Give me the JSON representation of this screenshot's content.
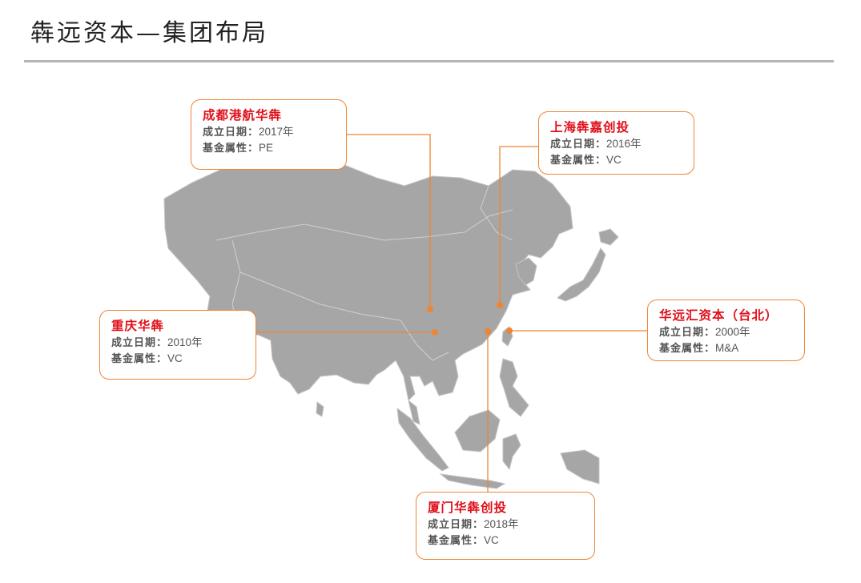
{
  "title": "犇远资本—集团布局",
  "labels": {
    "established": "成立日期：",
    "fund_type": "基金属性："
  },
  "colors": {
    "accent": "#ef8533",
    "name_red": "#e0101a",
    "map_land": "#a6a6a6"
  },
  "entities": [
    {
      "name": "成都港航华犇",
      "year": "2017年",
      "fund": "PE"
    },
    {
      "name": "上海犇嘉创投",
      "year": "2016年",
      "fund": "VC"
    },
    {
      "name": "重庆华犇",
      "year": "2010年",
      "fund": "VC"
    },
    {
      "name": "华远汇资本（台北）",
      "year": "2000年",
      "fund": "M&A"
    },
    {
      "name": "厦门华犇创投",
      "year": "2018年",
      "fund": "VC"
    }
  ]
}
